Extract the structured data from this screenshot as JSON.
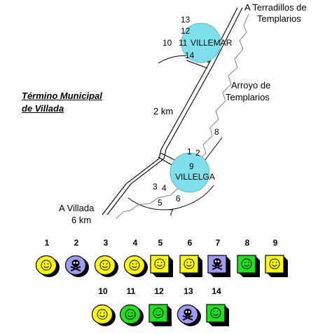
{
  "title": {
    "line1": "Término Municipal",
    "line2": "de  Villada"
  },
  "directions": {
    "north_line1": "A  Terradillos de",
    "north_line2": "Templarios",
    "south_line1": "A  Villada",
    "south_line2": "6 km"
  },
  "distance_label": "2 km",
  "stream": {
    "line1": "Arroyo de",
    "line2": "Templarios"
  },
  "towns": [
    {
      "name": "VILLEMAR",
      "color": "#7fdfea"
    },
    {
      "name": "VILLELGA",
      "number": "9",
      "color": "#7fdfea"
    }
  ],
  "site_labels": {
    "villemar": [
      "13",
      "12",
      "10",
      "11",
      "14"
    ],
    "villelga": [
      "1",
      "2",
      "8",
      "3",
      "4",
      "5",
      "6",
      "7"
    ]
  },
  "colors": {
    "yellow": "#ffff00",
    "violet": "#9c9cf7",
    "green": "#22e01e",
    "town_circle": "#7fdfea"
  },
  "legend": [
    {
      "number": "1",
      "shape": "coin",
      "symbol": "smile-icon",
      "color": "yellow"
    },
    {
      "number": "2",
      "shape": "coin",
      "symbol": "skull-icon",
      "color": "violet"
    },
    {
      "number": "3",
      "shape": "coin",
      "symbol": "smile-icon",
      "color": "yellow"
    },
    {
      "number": "4",
      "shape": "coin",
      "symbol": "smile-icon",
      "color": "yellow"
    },
    {
      "number": "5",
      "shape": "square",
      "symbol": "smile-icon",
      "color": "yellow"
    },
    {
      "number": "6",
      "shape": "square",
      "symbol": "smile-icon",
      "color": "yellow"
    },
    {
      "number": "7",
      "shape": "square",
      "symbol": "skull-icon",
      "color": "violet"
    },
    {
      "number": "8",
      "shape": "square",
      "symbol": "smile-icon",
      "color": "green"
    },
    {
      "number": "9",
      "shape": "square",
      "symbol": "smile-icon",
      "color": "yellow"
    },
    {
      "number": "10",
      "shape": "coin",
      "symbol": "smile-icon",
      "color": "yellow"
    },
    {
      "number": "11",
      "shape": "coin",
      "symbol": "smile-icon",
      "color": "green"
    },
    {
      "number": "12",
      "shape": "square",
      "symbol": "smile-icon",
      "color": "green"
    },
    {
      "number": "13",
      "shape": "coin",
      "symbol": "skull-icon",
      "color": "violet"
    },
    {
      "number": "14",
      "shape": "square",
      "symbol": "smile-icon",
      "color": "green"
    }
  ]
}
